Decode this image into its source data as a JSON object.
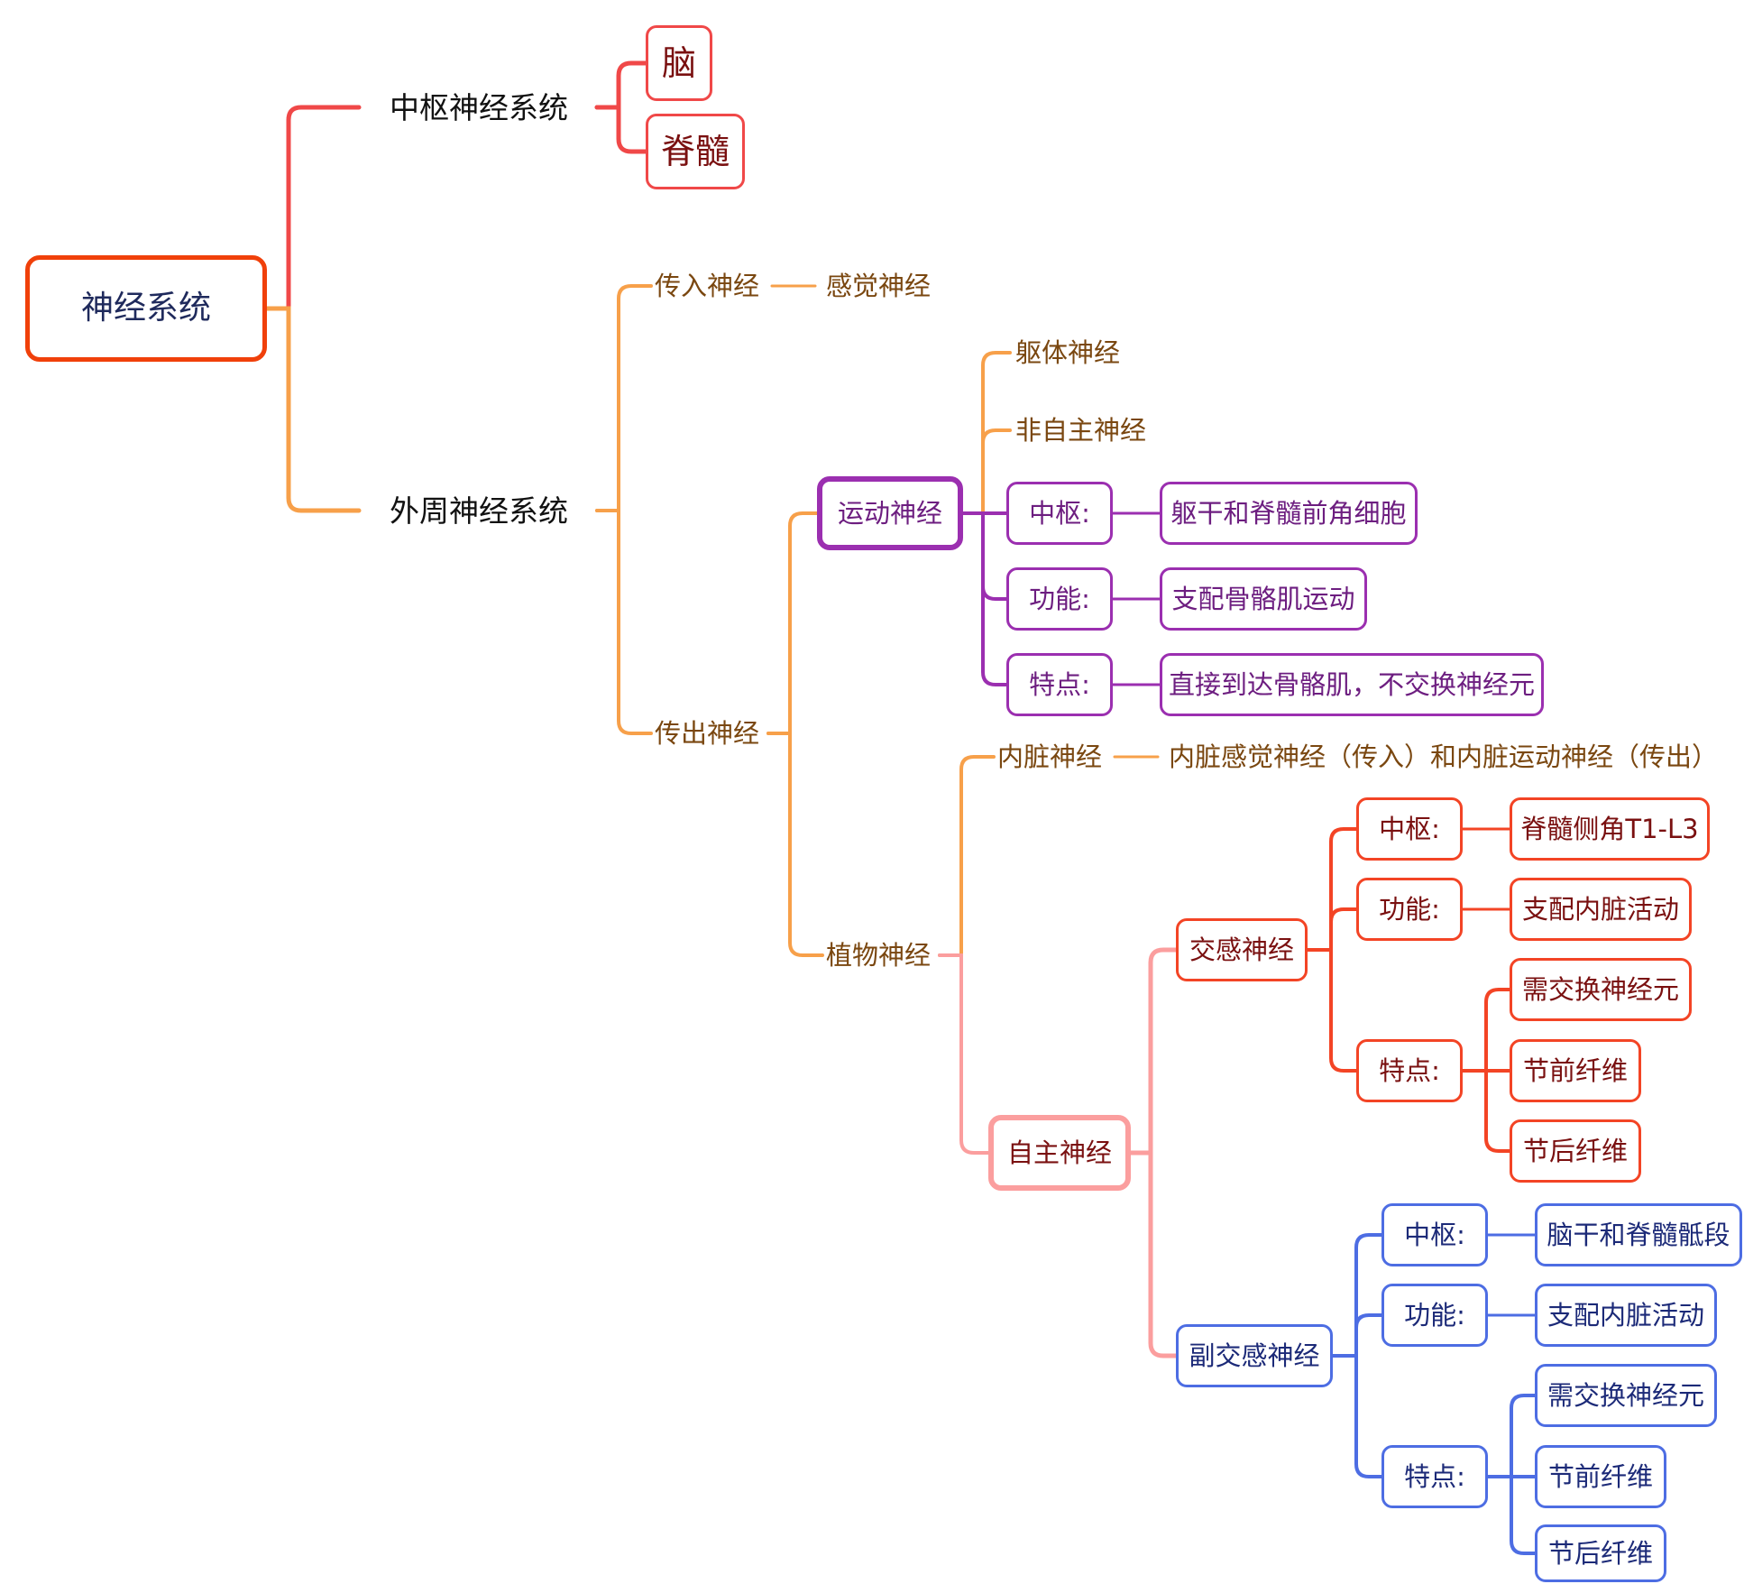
{
  "colors": {
    "root": "#f0400a",
    "central": "#f04848",
    "peripheral": "#f7a04a",
    "motor": "#9b2fb0",
    "autonomic": "#fb9e9e",
    "sympathetic": "#f34425",
    "parasympathetic": "#4d6de3",
    "text_brown": "#7a4710",
    "text_purple": "#6d1e80",
    "text_dark_red": "#7a1010",
    "text_navy": "#1c2a78",
    "text_root": "#1f2a5c"
  },
  "nodes": {
    "root": "神经系统",
    "central": "中枢神经系统",
    "brain": "脑",
    "spinal_cord": "脊髓",
    "peripheral": "外周神经系统",
    "afferent": "传入神经",
    "sensory": "感觉神经",
    "efferent": "传出神经",
    "motor": "运动神经",
    "somatic": "躯体神经",
    "non_autonomic": "非自主神经",
    "motor_center_label": "中枢:",
    "motor_center_value": "躯干和脊髓前角细胞",
    "motor_function_label": "功能:",
    "motor_function_value": "支配骨骼肌运动",
    "motor_feature_label": "特点:",
    "motor_feature_value": "直接到达骨骼肌，不交换神经元",
    "vegetative": "植物神经",
    "visceral": "内脏神经",
    "visceral_desc": "内脏感觉神经（传入）和内脏运动神经（传出）",
    "autonomic": "自主神经",
    "sympathetic": "交感神经",
    "symp_center_label": "中枢:",
    "symp_center_value": "脊髓侧角T1-L3",
    "symp_function_label": "功能:",
    "symp_function_value": "支配内脏活动",
    "symp_feature_label": "特点:",
    "symp_feature_1": "需交换神经元",
    "symp_feature_2": "节前纤维",
    "symp_feature_3": "节后纤维",
    "parasympathetic": "副交感神经",
    "para_center_label": "中枢:",
    "para_center_value": "脑干和脊髓骶段",
    "para_function_label": "功能:",
    "para_function_value": "支配内脏活动",
    "para_feature_label": "特点:",
    "para_feature_1": "需交换神经元",
    "para_feature_2": "节前纤维",
    "para_feature_3": "节后纤维"
  }
}
